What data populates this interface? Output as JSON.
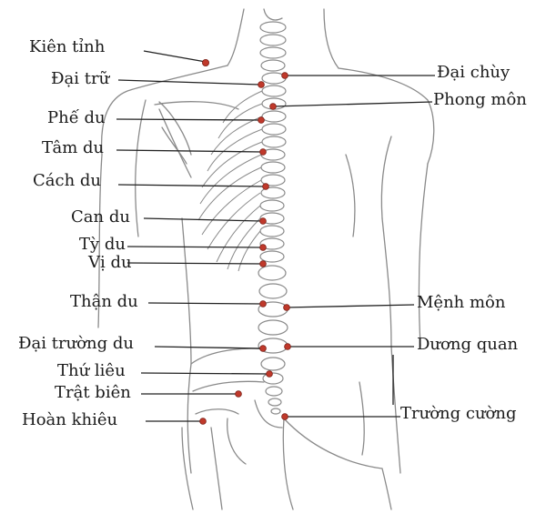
{
  "diagram": {
    "colors": {
      "outline": "#8a8a8a",
      "leader": "#222222",
      "point": "#c0392b",
      "text": "#1a1a1a"
    },
    "left_labels": [
      "Kiên tỉnh",
      "Đại trữ",
      "Phế du",
      "Tâm du",
      "Cách du",
      "Can du",
      "Tỳ du",
      "Vị du",
      "Thận du",
      "Đại trường du",
      "Thứ liêu",
      "Trật biên",
      "Hoàn khiêu"
    ],
    "right_labels": [
      "Đại chùy",
      "Phong môn",
      "Mệnh môn",
      "Dương quan",
      "Trường cường"
    ]
  }
}
